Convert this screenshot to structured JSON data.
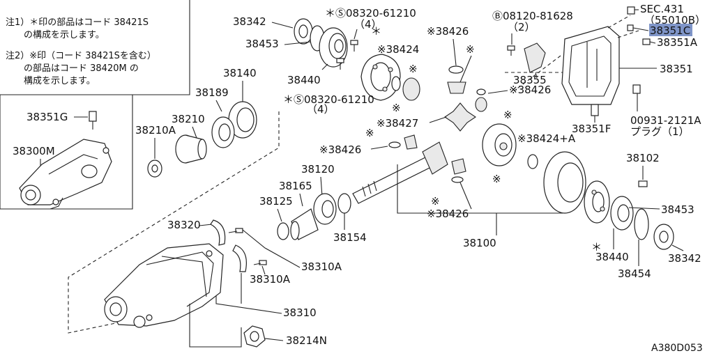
{
  "notes": {
    "note1": [
      "注1）＊印の部品はコード 38421S",
      "の構成を示します。"
    ],
    "note2": [
      "注2）※印（コード 38421Sを含む）",
      "の部品はコード 38420M の",
      "構成を示します。"
    ]
  },
  "labels": {
    "l38342a": "38342",
    "l38453a": "38453",
    "l38440a": "38440",
    "bolt1_code": "＊Ⓢ08320-61210",
    "bolt1_qty": "（4）",
    "bolt2_code": "＊Ⓢ08320-61210",
    "bolt2_qty": "（4）",
    "l38426a": "※38426",
    "l38424": "※38424",
    "b08120": "Ⓑ08120-81628",
    "b08120_qty": "（2）",
    "sec431": "SEC.431",
    "sec_sub": "（55010B）",
    "l38351c": "38351C",
    "l38351a": "38351A",
    "l38351": "38351",
    "l38355": "38355",
    "l38426b": "※38426",
    "l00931": "00931-2121A",
    "plug": "プラグ（1）",
    "l38351f": "38351F",
    "l38140": "38140",
    "l38189": "38189",
    "l38210": "38210",
    "l38210a": "38210A",
    "l38351g": "38351G",
    "l38300m": "38300M",
    "l38427": "※38427",
    "l38426c": "※38426",
    "l38424a": "※38424+A",
    "l38102": "38102",
    "l38120": "38120",
    "l38165": "38165",
    "l38125": "38125",
    "l38154": "38154",
    "l38426d": "※38426",
    "l38100": "38100",
    "l38453b": "38453",
    "l38440b": "38440",
    "l38342b": "38342",
    "l38454": "38454",
    "l38320": "38320",
    "l38310a1": "38310A",
    "l38310a2": "38310A",
    "l38310": "38310",
    "l38214n": "38214N",
    "catalog": "A380D053"
  },
  "colors": {
    "highlight": "#7f95c8"
  }
}
